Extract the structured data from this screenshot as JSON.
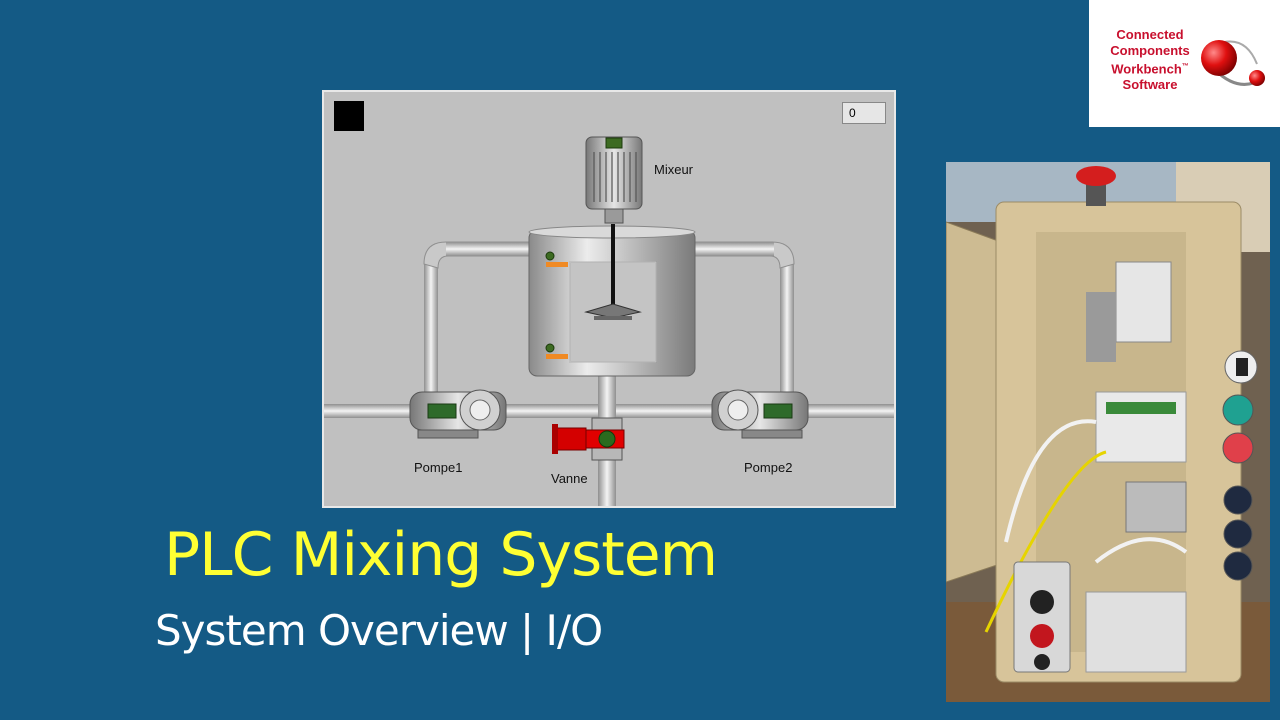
{
  "hmi": {
    "counter_value": "0",
    "labels": {
      "mixer": "Mixeur",
      "pump1": "Pompe1",
      "valve": "Vanne",
      "pump2": "Pompe2"
    }
  },
  "title": "PLC Mixing System",
  "subtitle": "System Overview | I/O",
  "logo": {
    "line1": "Connected",
    "line2": "Components",
    "line3": "Workbench",
    "trademark": "™",
    "line4": "Software"
  },
  "colors": {
    "background": "#145a85",
    "title": "#ffff33",
    "subtitle": "#ffffff",
    "logo_red": "#c8102e",
    "hmi_panel": "#c0c0c0"
  }
}
